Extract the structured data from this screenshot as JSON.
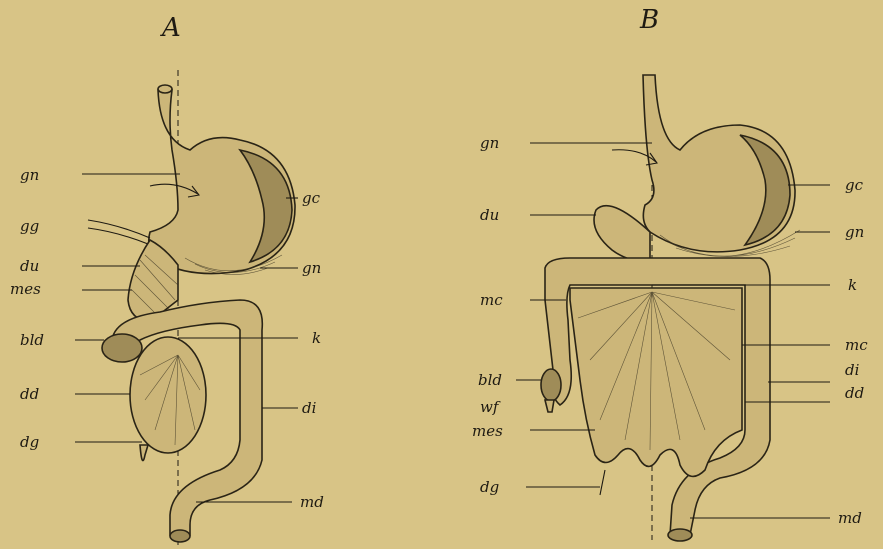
{
  "panels": [
    {
      "title": "A",
      "labels": {
        "gn_top": "gn",
        "gg": "gg",
        "du": "du",
        "mes": "mes",
        "bld": "bld",
        "dd": "dd",
        "dg": "dg",
        "gc": "gc",
        "gn_right": "gn",
        "k": "k",
        "di": "di",
        "md": "md"
      }
    },
    {
      "title": "B",
      "labels": {
        "gn_top": "gn",
        "du": "du",
        "mc_left": "mc",
        "bld": "bld",
        "wf": "wf",
        "mes": "mes",
        "dg": "dg",
        "gc": "gc",
        "gn_right": "gn",
        "k": "k",
        "mc_right": "mc",
        "di": "di",
        "dd": "dd",
        "md": "md"
      }
    }
  ]
}
